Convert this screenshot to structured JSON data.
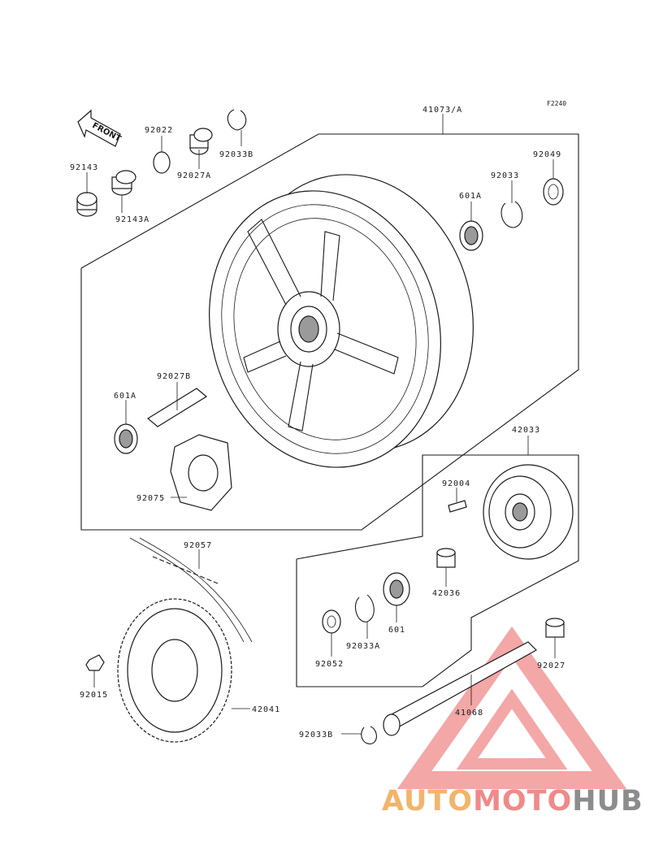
{
  "diagram": {
    "figure_code": "F2240",
    "front_label": "FRONT",
    "part_labels": {
      "wheel": "41073/A",
      "p92022": "92022",
      "p92027a": "92027A",
      "p92033b_top": "92033B",
      "p92143": "92143",
      "p92143a": "92143A",
      "p92049": "92049",
      "p92033": "92033",
      "p601a_top": "601A",
      "p92027b": "92027B",
      "p601a_left": "601A",
      "p92075": "92075",
      "p42033": "42033",
      "p92004": "92004",
      "p92057": "92057",
      "p42036": "42036",
      "p601": "601",
      "p92033a": "92033A",
      "p92052": "92052",
      "p92027": "92027",
      "p41068": "41068",
      "p92015": "92015",
      "p42041": "42041",
      "p92033b_bottom": "92033B"
    }
  },
  "watermark": {
    "part1": "AUTO",
    "part2": "MOTO",
    "part3": "HUB",
    "color1": "#f2b46a",
    "color2": "#f08a8a",
    "color3": "#8c8c8c"
  }
}
